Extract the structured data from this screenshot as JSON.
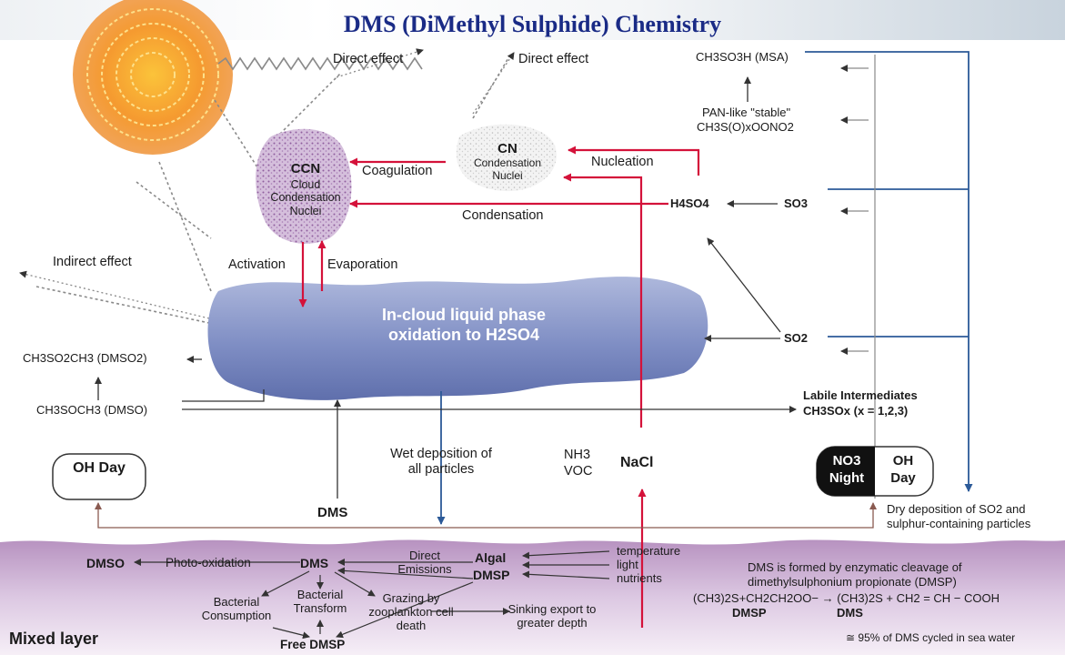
{
  "title": "DMS (DiMethyl Sulphide) Chemistry",
  "colors": {
    "title": "#1a2b86",
    "red_arrow": "#d4123a",
    "blue_arrow": "#2c5a98",
    "sea": "#b792c0",
    "cloud": "#7f8ec4"
  },
  "atmosphere": {
    "direct_effect_1": "Direct effect",
    "direct_effect_2": "Direct effect",
    "indirect_effect": "Indirect effect",
    "ccn_title": "CCN",
    "ccn_sub": "Cloud Condensation Nuclei",
    "cn_title": "CN",
    "cn_sub": "Condensation Nuclei",
    "coagulation": "Coagulation",
    "nucleation": "Nucleation",
    "condensation": "Condensation",
    "activation": "Activation",
    "evaporation": "Evaporation",
    "incloud": "In-cloud liquid phase oxidation to H2SO4",
    "wet_deposition": "Wet deposition of all particles",
    "nh3": "NH3",
    "voc": "VOC",
    "nacl": "NaCl",
    "dms": "DMS"
  },
  "chemistry": {
    "msa": "CH3SO3H (MSA)",
    "pan_like": "PAN-like \"stable\"",
    "pan_formula": "CH3S(O)xOONO2",
    "h2so4": "H4SO4",
    "so3": "SO3",
    "so2": "SO2",
    "dmso2": "CH3SO2CH3 (DMSO2)",
    "dmso": "CH3SOCH3 (DMSO)",
    "labile_1": "Labile Intermediates",
    "labile_2": "CH3SOx (x = 1,2,3)",
    "oh_day_left": "OH Day",
    "no3": "NO3",
    "night": "Night",
    "oh": "OH",
    "day": "Day",
    "dry_dep_1": "Dry deposition of SO2 and",
    "dry_dep_2": "sulphur-containing particles"
  },
  "sea": {
    "dmso": "DMSO",
    "photo_ox": "Photo-oxidation",
    "dms": "DMS",
    "direct_emissions": "Direct Emissions",
    "algal": "Algal",
    "dmsp": "DMSP",
    "temperature": "temperature",
    "light": "light",
    "nutrients": "nutrients",
    "bacterial_consumption": "Bacterial Consumption",
    "bacterial_transform": "Bacterial Transform",
    "grazing": "Grazing by zooplankton cell death",
    "sinking": "Sinking export to greater depth",
    "free_dmsp": "Free DMSP",
    "mixed_layer": "Mixed layer",
    "note_1": "DMS is formed by enzymatic cleavage of",
    "note_2": "dimethylsulphonium propionate (DMSP)",
    "reaction": "(CH3)2S+CH2CH2OO− → (CH3)2S + CH2 = CH − COOH",
    "reaction_dmsp": "DMSP",
    "reaction_dms": "DMS",
    "cycled": "≅ 95% of DMS cycled in sea water"
  }
}
